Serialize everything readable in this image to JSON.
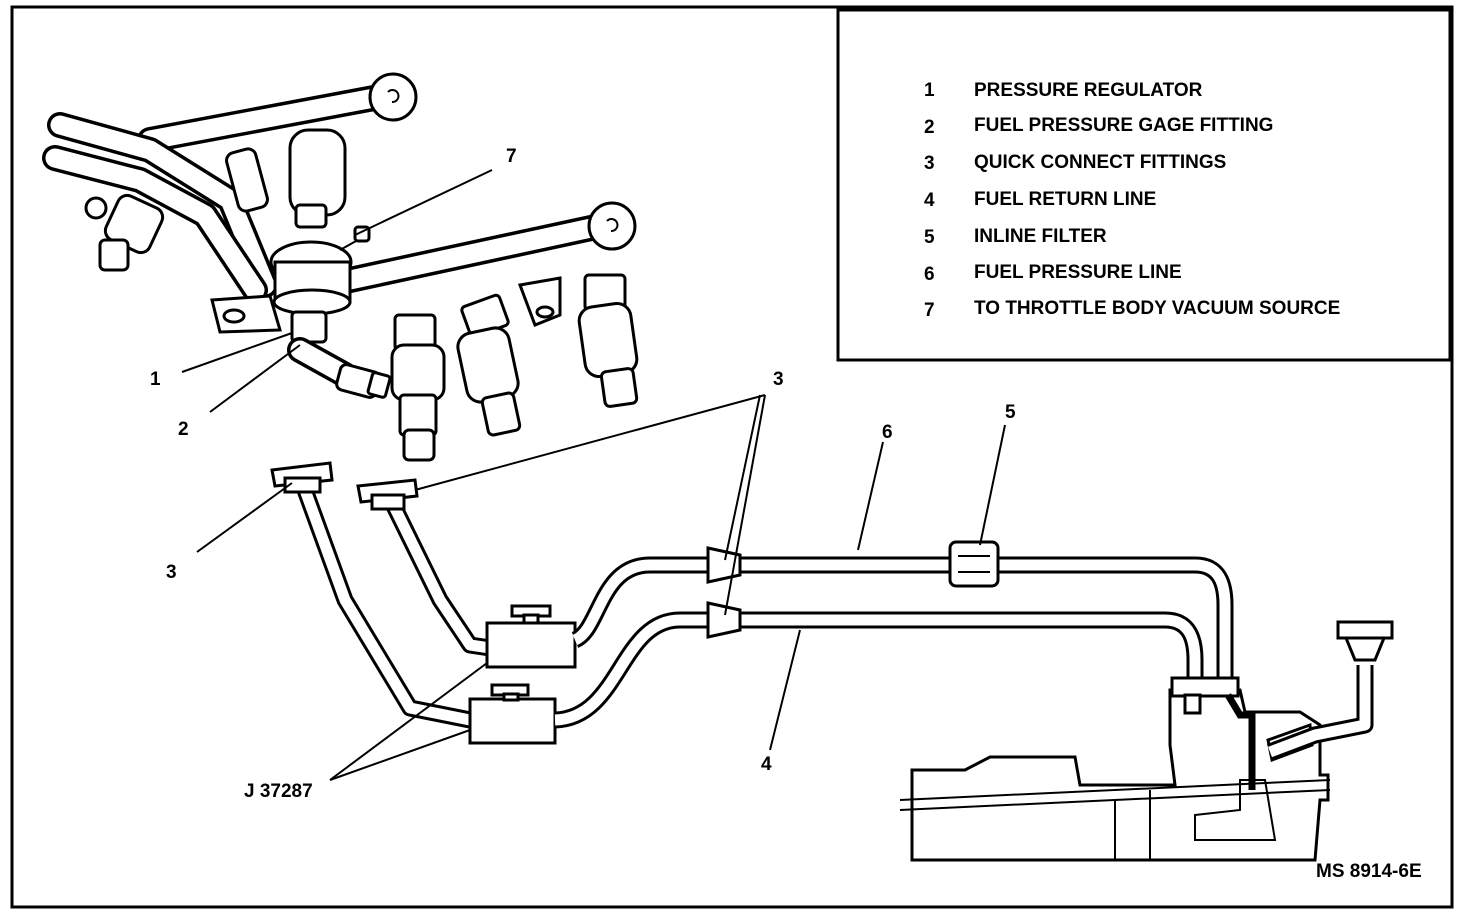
{
  "legend": {
    "items": [
      {
        "num": "1",
        "label": "PRESSURE REGULATOR"
      },
      {
        "num": "2",
        "label": "FUEL PRESSURE GAGE FITTING"
      },
      {
        "num": "3",
        "label": "QUICK CONNECT FITTINGS"
      },
      {
        "num": "4",
        "label": "FUEL RETURN LINE"
      },
      {
        "num": "5",
        "label": "INLINE FILTER"
      },
      {
        "num": "6",
        "label": "FUEL PRESSURE LINE"
      },
      {
        "num": "7",
        "label": "TO THROTTLE BODY VACUUM SOURCE"
      }
    ]
  },
  "callouts": {
    "c1": "1",
    "c2": "2",
    "c3_upper": "3",
    "c3_left": "3",
    "c4": "4",
    "c5": "5",
    "c6": "6",
    "c7": "7",
    "tool": "J 37287"
  },
  "figure_id": "MS 8914-6E"
}
